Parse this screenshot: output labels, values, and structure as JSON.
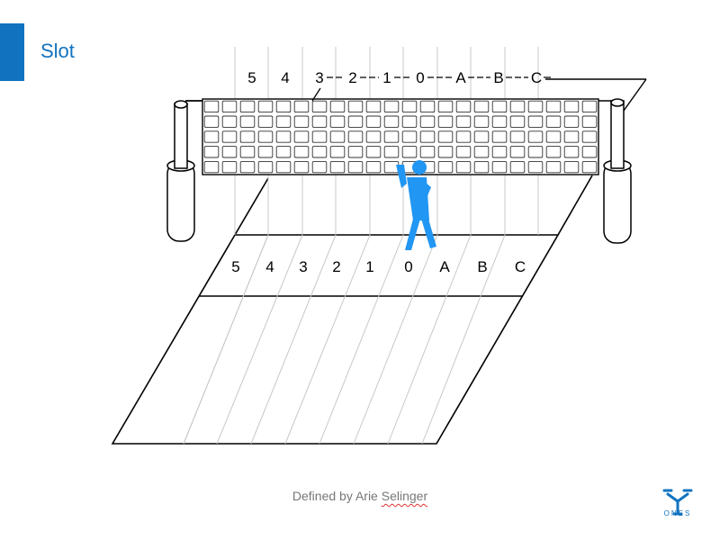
{
  "title": "Slot",
  "colors": {
    "accent": "#1173c0",
    "player": "#2196f3",
    "line": "#000000",
    "light_line": "#c8c8c8"
  },
  "net_labels": [
    "5",
    "4",
    "3",
    "2",
    "1",
    "0",
    "A",
    "B",
    "C"
  ],
  "court_labels": [
    "5",
    "4",
    "3",
    "2",
    "1",
    "0",
    "A",
    "B",
    "C"
  ],
  "footer": {
    "prefix": "Defined by Arie ",
    "surname": "Selinger"
  },
  "logo": {
    "icon": "ones-logo-icon",
    "text": "ONES"
  },
  "player_icon": "volleyball-player-icon"
}
